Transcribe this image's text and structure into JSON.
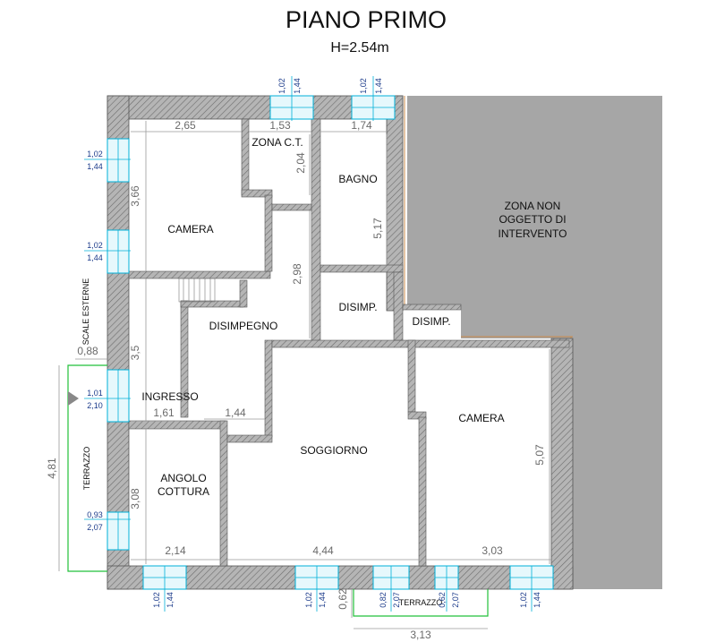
{
  "title": "PIANO PRIMO",
  "subtitle": "H=2.54m",
  "rooms": {
    "camera_1": "CAMERA",
    "zona_ct": "ZONA C.T.",
    "bagno": "BAGNO",
    "zona_non_l1": "ZONA NON",
    "zona_non_l2": "OGGETTO DI",
    "zona_non_l3": "INTERVENTO",
    "disimpegno": "DISIMPEGNO",
    "disimp_1": "DISIMP.",
    "disimp_2": "DISIMP.",
    "ingresso": "INGRESSO",
    "soggiorno": "SOGGIORNO",
    "camera_2": "CAMERA",
    "angolo_l1": "ANGOLO",
    "angolo_l2": "COTTURA",
    "terrazzo_left": "TERRAZZO",
    "terrazzo_bottom": "TERRAZZO",
    "scale_esterne": "SCALE ESTERNE"
  },
  "dimensions": {
    "camera_width": "2,65",
    "camera_height": "3,66",
    "zona_ct_width": "1,53",
    "zona_ct_height": "2,04",
    "bagno_width": "1,74",
    "bagno_height": "5,17",
    "disimpegno_height": "2,98",
    "ingresso_height": "3,5",
    "ingresso_w1": "1,61",
    "ingresso_w2": "1,44",
    "scale_width": "0,88",
    "angolo_height": "3,08",
    "angolo_width": "2,14",
    "soggiorno_width": "4,44",
    "camera2_width": "3,03",
    "camera2_height": "5,07",
    "terrazzo_height": "4,81",
    "bottom_wall": "0,62",
    "terrazzo_width": "3,13"
  },
  "windows": {
    "top_1": [
      "1,02",
      "1,44"
    ],
    "top_2": [
      "1,02",
      "1,44"
    ],
    "left_1": [
      "1,02",
      "1,44"
    ],
    "left_2": [
      "1,02",
      "1,44"
    ],
    "door_left": [
      "1,01",
      "2,10"
    ],
    "door_left_2": [
      "0,93",
      "2,07"
    ],
    "bottom_1": [
      "1,02",
      "1,44"
    ],
    "bottom_2": [
      "1,02",
      "1,44"
    ],
    "bottom_door_1": [
      "0,82",
      "2,07"
    ],
    "bottom_door_2": [
      "0,62",
      "2,07"
    ],
    "bottom_3": [
      "1,02",
      "1,44"
    ]
  },
  "colors": {
    "wall": "#8a8a8a",
    "non_intervention": "#a6a6a6",
    "opening": "#00b0d8",
    "terrace_line": "#22c03a",
    "dim_line": "#9a9a9a"
  }
}
